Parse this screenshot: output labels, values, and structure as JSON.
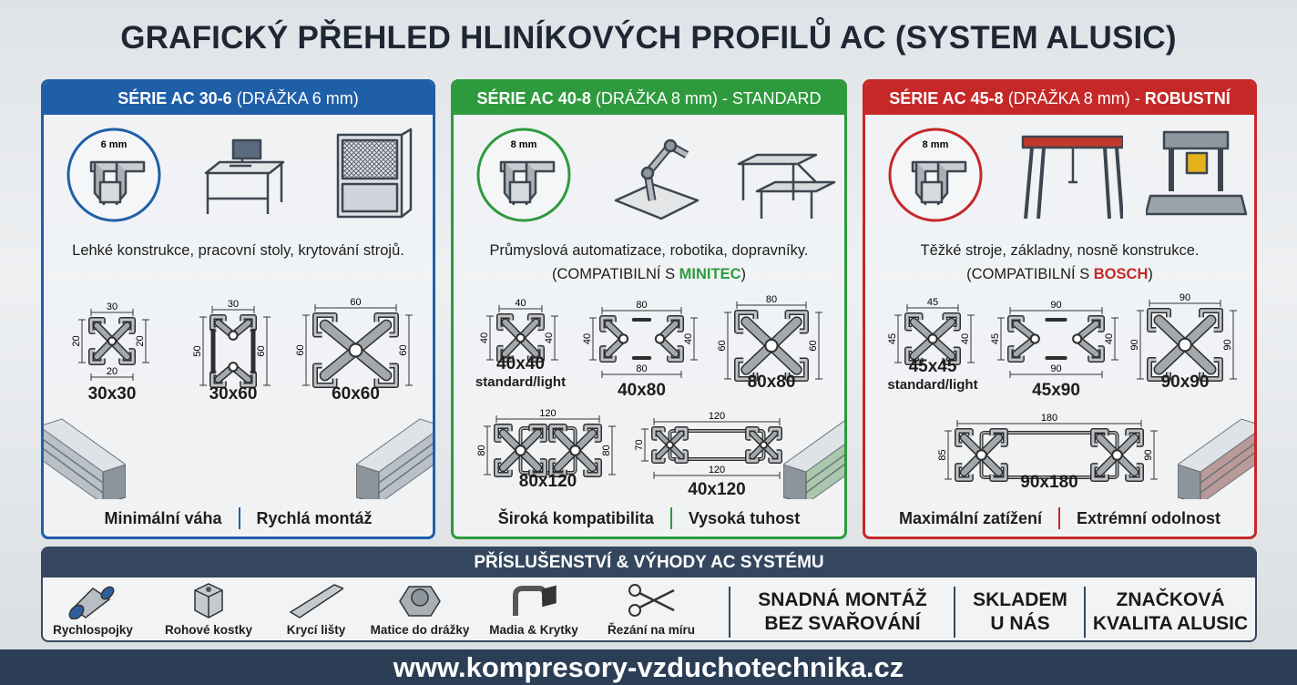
{
  "title": "GRAFICKÝ PŘEHLED HLINÍKOVÝCH PROFILŮ AC (SYSTEM ALUSIC)",
  "series": [
    {
      "color": "#1f5fa8",
      "head_bold": "SÉRIE AC 30-6",
      "head_normal": " (DRÁŽKA 6 mm)",
      "head_tail": "",
      "groove_label": "6 mm",
      "icons": [
        "caliper-icon",
        "workbench-icon",
        "machine-guard-icon"
      ],
      "description": "Lehké konstrukce, pracovní stoly, krytování strojů.",
      "compat_prefix": "",
      "compat_brand": "",
      "compat_suffix": "",
      "profiles": [
        {
          "name": "30x30",
          "sub": "",
          "type": "square",
          "dims": {
            "top": "30",
            "bottom": "20",
            "left": "20",
            "right": "20"
          }
        },
        {
          "name": "30x60",
          "sub": "",
          "type": "double",
          "dims": {
            "top": "30",
            "bottom": "",
            "left": "50",
            "right": "60"
          }
        },
        {
          "name": "60x60",
          "sub": "",
          "type": "square",
          "dims": {
            "top": "60",
            "bottom": "",
            "left": "60",
            "right": "60"
          }
        }
      ],
      "features": [
        "Minimální váha",
        "Rychlá montáž"
      ],
      "extrusion_color": "#b9c0c8"
    },
    {
      "color": "#2e9a3e",
      "head_bold": "SÉRIE AC 40-8",
      "head_normal": " (DRÁŽKA 8 mm) - STANDARD",
      "head_tail": "",
      "groove_label": "8 mm",
      "icons": [
        "caliper-icon",
        "robot-arm-icon",
        "conveyor-icon"
      ],
      "description": "Průmyslová automatizace, robotika, dopravníky.",
      "compat_prefix": "(COMPATIBILNÍ S ",
      "compat_brand": "MINITEC",
      "compat_suffix": ")",
      "profiles": [
        {
          "name": "40x40",
          "sub": "standard/light",
          "type": "square",
          "dims": {
            "top": "40",
            "bottom": "",
            "left": "40",
            "right": "40"
          }
        },
        {
          "name": "40x80",
          "sub": "",
          "type": "double",
          "dims": {
            "top": "80",
            "bottom": "80",
            "left": "40",
            "right": "40"
          }
        },
        {
          "name": "80x80",
          "sub": "",
          "type": "square",
          "dims": {
            "top": "80",
            "bottom": "",
            "left": "60",
            "right": "60"
          }
        },
        {
          "name": "80x120",
          "sub": "",
          "type": "wide",
          "dims": {
            "top": "120",
            "bottom": "",
            "left": "80",
            "right": "80"
          }
        },
        {
          "name": "40x120",
          "sub": "",
          "type": "wide",
          "dims": {
            "top": "120",
            "bottom": "120",
            "left": "70",
            "right": ""
          }
        }
      ],
      "features": [
        "Široká kompatibilita",
        "Vysoká tuhost"
      ],
      "extrusion_color": "#a9c8ad"
    },
    {
      "color": "#c62828",
      "head_bold": "SÉRIE AC 45-8",
      "head_normal": " (DRÁŽKA 8 mm) - ",
      "head_tail": "ROBUSTNÍ",
      "groove_label": "8 mm",
      "icons": [
        "caliper-icon",
        "gantry-crane-icon",
        "hydraulic-press-icon"
      ],
      "description": "Těžké stroje, základny, nosně konstrukce.",
      "compat_prefix": "(COMPATIBILNÍ S ",
      "compat_brand": "BOSCH",
      "compat_suffix": ")",
      "profiles": [
        {
          "name": "45x45",
          "sub": "standard/light",
          "type": "square",
          "dims": {
            "top": "45",
            "bottom": "",
            "left": "45",
            "right": "40"
          }
        },
        {
          "name": "45x90",
          "sub": "",
          "type": "double",
          "dims": {
            "top": "90",
            "bottom": "90",
            "left": "45",
            "right": "40"
          }
        },
        {
          "name": "90x90",
          "sub": "",
          "type": "square",
          "dims": {
            "top": "90",
            "bottom": "",
            "left": "90",
            "right": "90"
          }
        },
        {
          "name": "90x180",
          "sub": "",
          "type": "wide",
          "dims": {
            "top": "180",
            "bottom": "",
            "left": "85",
            "right": "90"
          }
        }
      ],
      "features": [
        "Maximální zatížení",
        "Extrémní odolnost"
      ],
      "extrusion_color": "#b99a98"
    }
  ],
  "accessories": {
    "title": "PŘÍSLUŠENSTVÍ & VÝHODY AC SYSTÉMU",
    "items": [
      {
        "label": "Rychlospojky",
        "icon": "push-fitting-icon"
      },
      {
        "label": "Rohové kostky",
        "icon": "corner-cube-icon"
      },
      {
        "label": "Krycí lišty",
        "icon": "cover-strip-icon"
      },
      {
        "label": "Matice do drážky",
        "icon": "slot-nut-icon"
      },
      {
        "label": "Madia & Krytky",
        "icon": "handle-cap-icon"
      },
      {
        "label": "Řezání na míru",
        "icon": "scissors-icon"
      }
    ],
    "benefits": [
      {
        "line1": "SNADNÁ MONTÁŽ",
        "line2": "BEZ SVAŘOVÁNÍ"
      },
      {
        "line1": "SKLADEM",
        "line2": "U NÁS"
      },
      {
        "line1": "ZNAČKOVÁ",
        "line2": "KVALITA ALUSIC"
      }
    ]
  },
  "footer": {
    "url": "www.kompresory-vzduchotechnika.cz"
  }
}
